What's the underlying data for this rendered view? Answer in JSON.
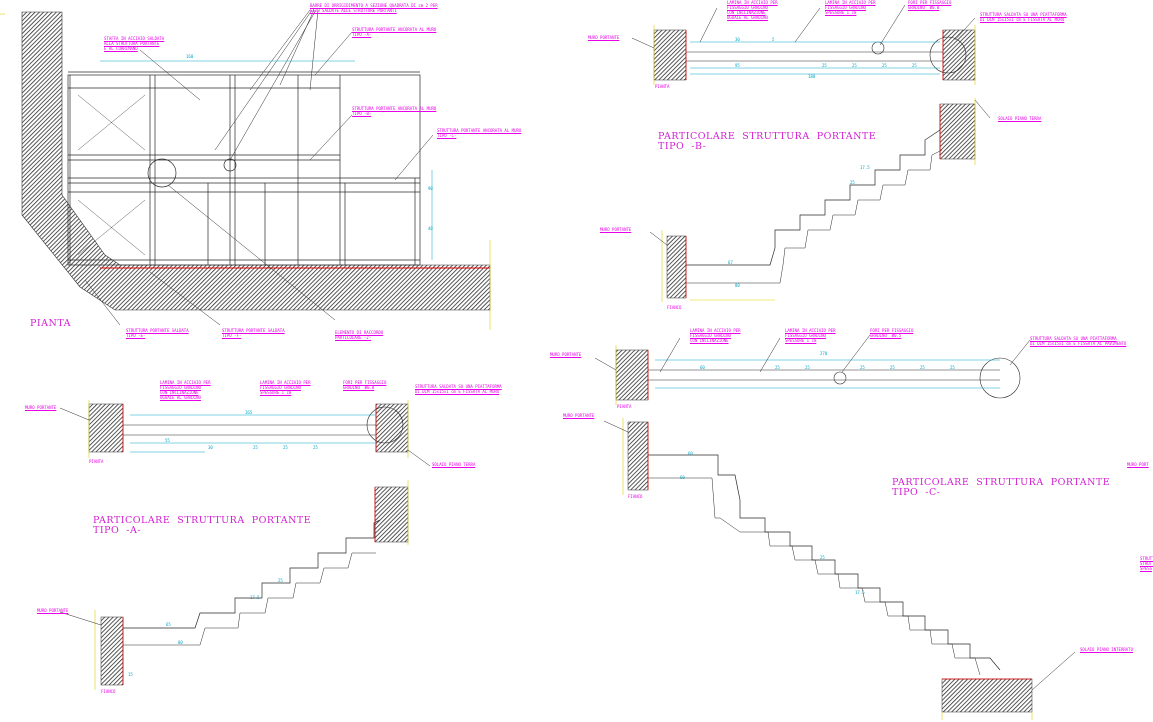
{
  "titles": {
    "pianta": "PIANTA",
    "tipo_a": "PARTICOLARE  STRUTTURA  PORTANTE\nTIPO  -A-",
    "tipo_b": "PARTICOLARE  STRUTTURA  PORTANTE\nTIPO  -B-",
    "tipo_c": "PARTICOLARE  STRUTTURA  PORTANTE\nTIPO  -C-"
  },
  "notes": {
    "barre": "BARRE DI ORRIGIDIMENTO A SEZIONE QUADRATA DI cm 2 PER\nLATO SALDATE ALLE STRUTTURE PORTANTI",
    "staffa": "STAFFA IN ACCIAIO SALDATA\nALLA STRUTTURA PORTANTE\nE AL CORRIMANO",
    "sp_a": "STRUTTURA PORTANTE ANCORATA AL MURO\nTIPO -A-",
    "sp_b": "STRUTTURA PORTANTE ANCORATA AL MURO\nTIPO -B-",
    "sp_c": "STRUTTURA PORTANTE ANCORATA AL MURO\nTIPO -C-",
    "sp_e": "STRUTTURA PORTANTE SALDATA\nTIPO -E-",
    "sp_f": "STRUTTURA PORTANTE SALDATA\nTIPO -F-",
    "raccordo": "ELEMENTO DI RACCORDO\nPARTICOLARE -2-",
    "lamina_a1": "LAMINA IN ACCIAIO PER\nFISSAGGIO GRADINO\nCON INCLINAZIONE\nUGUALE AL GRADINO",
    "lamina_a2": "LAMINA IN ACCIAIO PER\nFISSAGGIO GRADINO\nSPESSORE 1 cm",
    "fori_a": "FORI PER FISSAGGIO\nGRADINO  Ø0.8",
    "saldata_a": "STRUTTURA SALDATA SU UNA PIATTAFORMA\nDI DIM 15x15x1 cm E FISSATA AL MURO",
    "muro_a1": "MURO PORTANTE",
    "muro_a2": "MURO PORTANTE",
    "solaio_a": "SOLAIO PIANO TERRA",
    "pianta_a": "PIANTA",
    "fianco_a": "FIANCO",
    "lamina_b1": "LAMINA IN ACCIAIO PER\nFISSAGGIO GRADINO\nCON INCLINAZIONE\nUGUALE AL GRADINO",
    "lamina_b2": "LAMINA IN ACCIAIO PER\nFISSAGGIO GRADINO\nSPESSORE 1 cm",
    "fori_b": "FORI PER FISSAGGIO\nGRADINO  Ø0.8",
    "saldata_b": "STRUTTURA SALDATA SU UNA PIATTAFORMA\nDI DIM 15x15x1 cm E FISSATA AL MURO",
    "muro_b1": "MURO PORTANTE",
    "muro_b2": "MURO PORTANTE",
    "solaio_b": "SOLAIO PIANO TERRA",
    "pianta_b": "PIANTA",
    "fianco_b": "FIANCO",
    "lamina_c1": "LAMINA IN ACCIAIO PER\nFISSAGGIO GRADINO\nCON INCLINAZIONE",
    "lamina_c2": "LAMINA IN ACCIAIO PER\nFISSAGGIO GRADINO\nSPESSORE 1 cm",
    "fori_c": "FORI PER FISSAGGIO\nGRADINO  Ø0.5",
    "saldata_c": "STRUTTURA SALDATA SU UNA PIATTAFORMA\nDI DIM 15x15x1 cm E FISSATA AL PAVIMENTO",
    "muro_c1": "MURO PORTANTE",
    "muro_c2": "MURO PORTANTE",
    "muro_c3": "MURO PORT",
    "solaio_c": "SOLAIO PIANO INTERRATO",
    "pianta_c": "PIANTA",
    "fianco_c": "FIANCO",
    "cut_c": "STRUTT\nSTRUTT\nSPESS"
  },
  "dims": {
    "a_total": "165",
    "a_sub": [
      "55",
      "30",
      "25",
      "25",
      "25"
    ],
    "b_total": "180",
    "b_sub": [
      "30",
      "5",
      "95",
      "25",
      "25",
      "25",
      "25"
    ],
    "c_total": "270",
    "c_sub": [
      "60",
      "25",
      "25",
      "25",
      "25",
      "25",
      "25"
    ],
    "step_rise": "17.5",
    "step_tread": "25",
    "a_base": [
      "65",
      "80",
      "15"
    ],
    "b_base": [
      "67",
      "80"
    ],
    "c_base": [
      "60",
      "60"
    ],
    "plan": [
      "160",
      "90",
      "40"
    ]
  },
  "colors": {
    "line": "#1a1a1a",
    "dim": "#00a6c8",
    "text": "#e800e8",
    "title": "#d21fd2",
    "hatch": "#333333",
    "floor_edge": "#e00000",
    "yellow": "#e3d000"
  }
}
